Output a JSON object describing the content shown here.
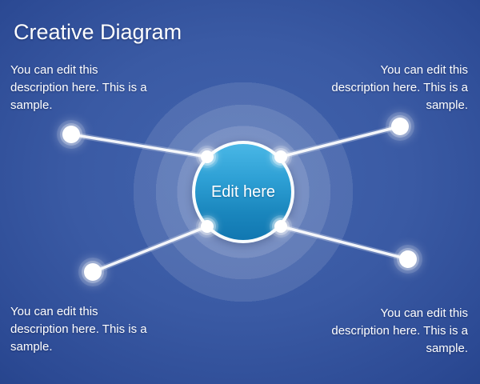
{
  "slide": {
    "title": "Creative Diagram",
    "center_label": "Edit here",
    "callouts": {
      "top_left": {
        "text": "You can edit this\ndescription here. This is a\nsample."
      },
      "top_right": {
        "text": "You can edit this\ndescription here. This is a\nsample."
      },
      "bottom_left": {
        "text": "You can edit this\ndescription here. This is a\nsample."
      },
      "bottom_right": {
        "text": "You can edit this\ndescription here. This is a\nsample."
      }
    },
    "colors": {
      "background_center": "#4264ae",
      "background_edge": "#142e6b",
      "circle_top": "#49b7e6",
      "circle_bottom": "#1177b1",
      "text": "#ffffff"
    }
  }
}
